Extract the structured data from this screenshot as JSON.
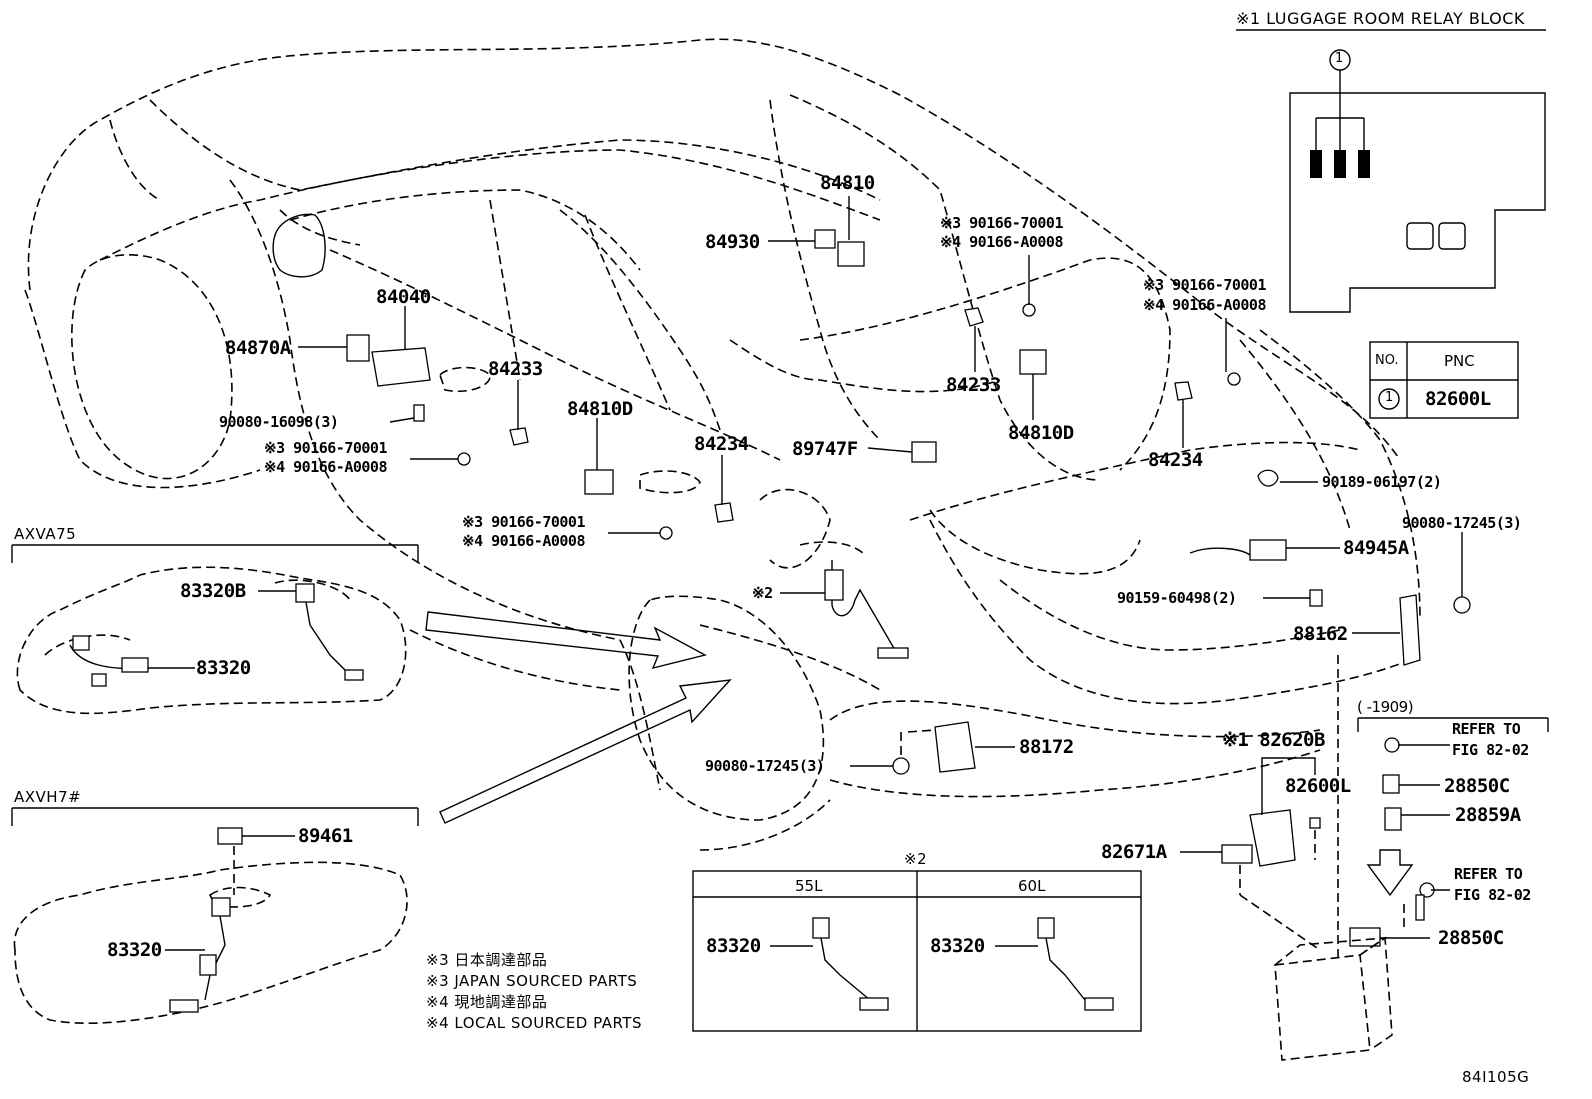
{
  "relay_block": {
    "title": "※1 LUGGAGE ROOM RELAY BLOCK",
    "callout": "1",
    "table": {
      "col_no": "NO.",
      "col_pnc": "PNC",
      "row_no": "1",
      "row_pnc": "82600L"
    }
  },
  "sections": {
    "axva75": "AXVA75",
    "axvh7": "AXVH7#",
    "note2": "※2"
  },
  "tank_table": {
    "col1": "55L",
    "col2": "60L",
    "part1": "83320",
    "part2": "83320"
  },
  "parts": {
    "p84810": "84810",
    "p84930": "84930",
    "p84040": "84040",
    "p84870A": "84870A",
    "p84233a": "84233",
    "p84233b": "84233",
    "p84810D_a": "84810D",
    "p84810D_b": "84810D",
    "p84234a": "84234",
    "p84234b": "84234",
    "p89747F": "89747F",
    "p90080_16098": "90080-16098(3)",
    "n3_a": "※3 90166-70001",
    "n4_a": "※4 90166-A0008",
    "n3_b": "※3 90166-70001",
    "n4_b": "※4 90166-A0008",
    "n3_c": "※3 90166-70001",
    "n4_c": "※4 90166-A0008",
    "n3_d": "※3 90166-70001",
    "n4_d": "※4 90166-A0008",
    "p90189": "90189-06197(2)",
    "p90080_17245a": "90080-17245(3)",
    "p84945A": "84945A",
    "p90159": "90159-60498(2)",
    "p88162": "88162",
    "p83320B": "83320B",
    "p83320_a": "83320",
    "p83320_b": "83320",
    "p89461": "89461",
    "s2": "※2",
    "p88172": "88172",
    "p90080_17245b": "90080-17245(3)",
    "p82620B": "※1 82620B",
    "p82600L": "82600L",
    "p82671A": "82671A",
    "range_1909": "(   -1909)",
    "refer1a": "REFER TO",
    "refer1b": "FIG 82-02",
    "refer2a": "REFER TO",
    "refer2b": "FIG 82-02",
    "p28850C_a": "28850C",
    "p28859A": "28859A",
    "p28850C_b": "28850C"
  },
  "legend": {
    "l1": "※3  日本調達部品",
    "l2": "※3  JAPAN SOURCED PARTS",
    "l3": "※4  現地調達部品",
    "l4": "※4  LOCAL SOURCED PARTS"
  },
  "figure_code": "84I105G"
}
